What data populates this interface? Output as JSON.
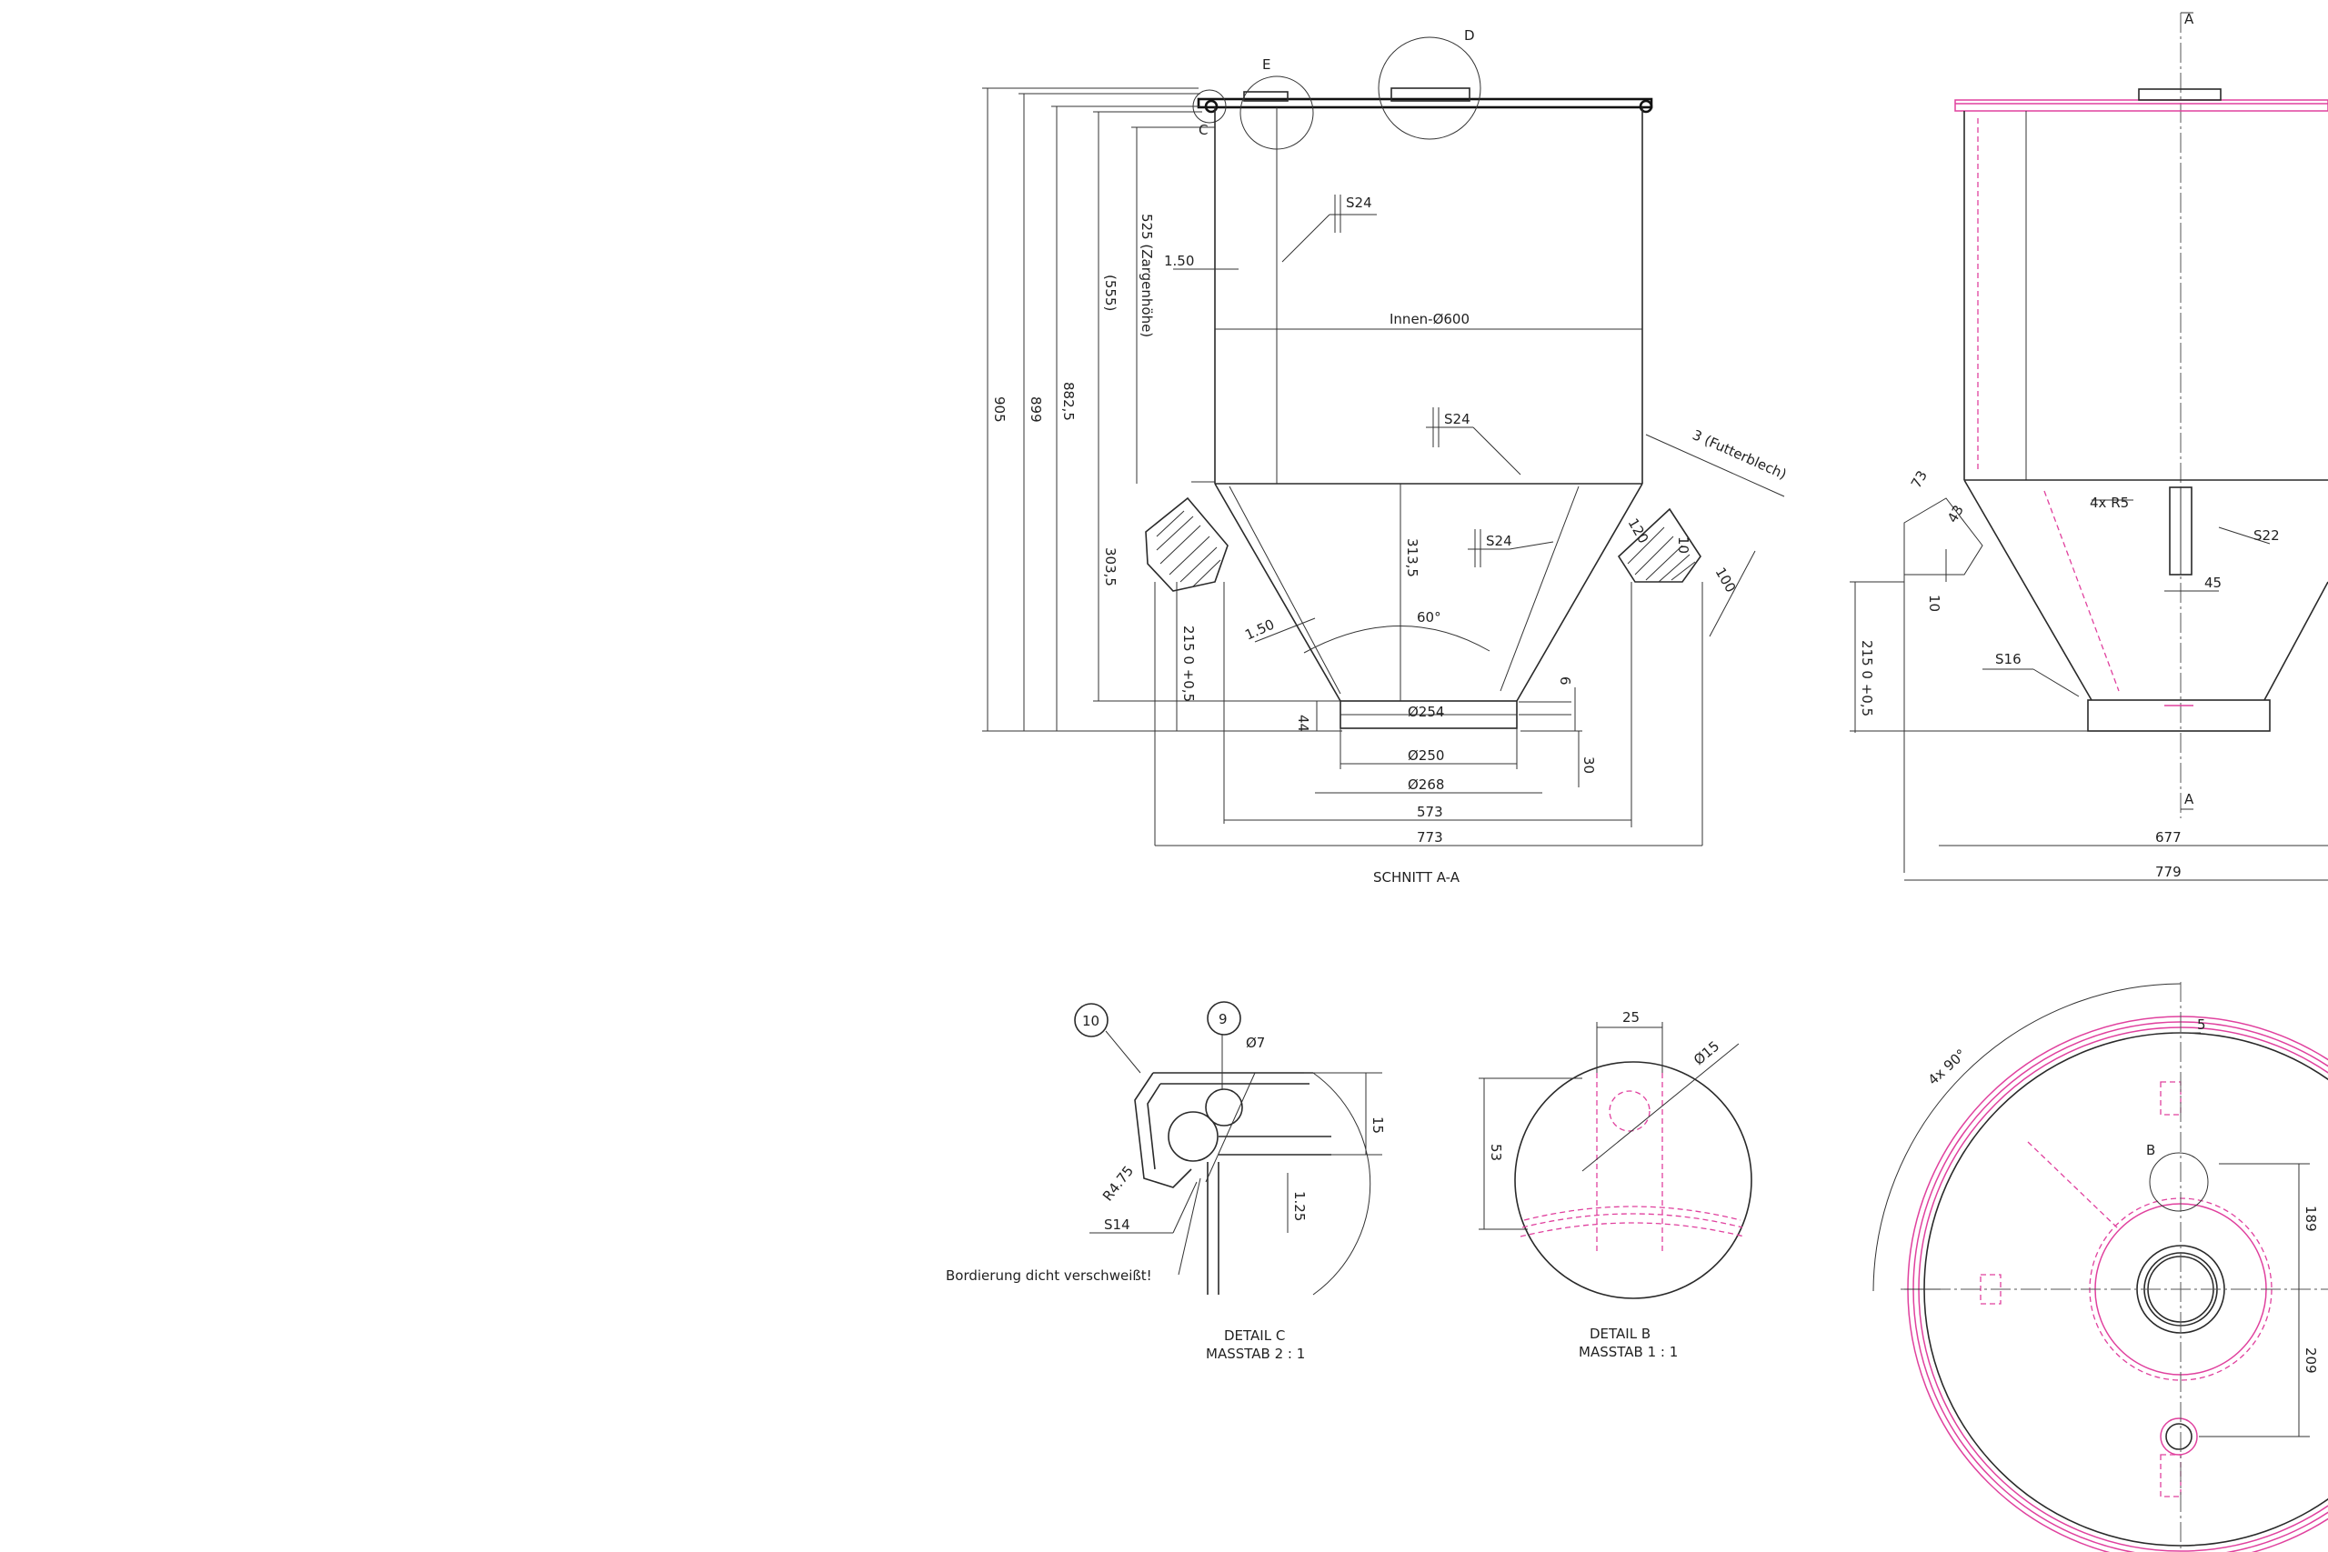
{
  "section_view": {
    "title": "SCHNITT A-A",
    "detail_labels": {
      "c": "C",
      "e": "E",
      "d": "D"
    },
    "dims": {
      "h905": "905",
      "h899": "899",
      "h882": "882,5",
      "h555": "(555)",
      "h525": "525 (Zargenhöhe)",
      "h303": "303,5",
      "h313": "313,5",
      "h215": "215 0 +0,5",
      "inner_dia": "Innen-Ø600",
      "wall_150_top": "1.50",
      "wall_150_bottom": "1.50",
      "weld_s24_a": "S24",
      "weld_s24_b": "S24",
      "weld_s24_c": "S24",
      "futterblech": "3 (Futterblech)",
      "d120": "120",
      "d10": "10",
      "d100": "100",
      "angle60": "60°",
      "d44": "44",
      "d6": "6",
      "d30": "30",
      "dia254": "Ø254",
      "dia250": "Ø250",
      "dia268": "Ø268",
      "w573": "573",
      "w773": "773"
    }
  },
  "side_view": {
    "section_mark_top": "A",
    "section_mark_bottom": "A",
    "dims": {
      "d43": "43",
      "r4x5": "4x R5",
      "s22": "S22",
      "d45": "45",
      "d10": "10",
      "s16": "S16",
      "h215": "215 0 +0,5",
      "d73": "73",
      "w677": "677",
      "w779": "779"
    }
  },
  "detail_c": {
    "title": "DETAIL C",
    "scale": "MASSTAB 2 : 1",
    "balloon_10": "10",
    "balloon_9": "9",
    "dia7": "Ø7",
    "r475": "R4.75",
    "d15": "15",
    "d15b": "1.25",
    "s14": "S14",
    "note": "Bordierung dicht verschweißt!"
  },
  "detail_b": {
    "title": "DETAIL B",
    "scale": "MASSTAB 1 : 1",
    "d25": "25",
    "dia15": "Ø15",
    "d53": "53"
  },
  "top_view": {
    "angle": "4x 90°",
    "d5": "5",
    "detail_b_label": "B",
    "d189": "189",
    "d209": "209"
  }
}
